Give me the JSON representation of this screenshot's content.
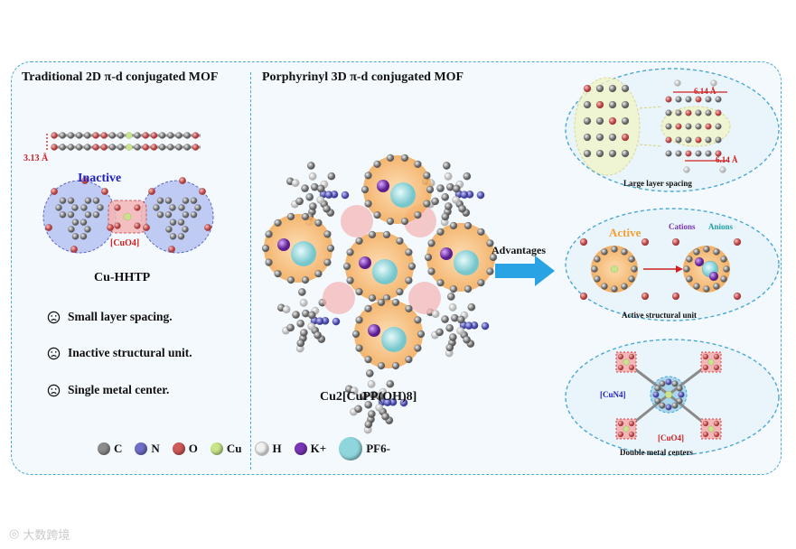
{
  "left_panel": {
    "title": "Traditional 2D π-d conjugated MOF",
    "spacing_label": "3.13 Å",
    "inactive_label": "Inactive",
    "cuo4_label": "[CuO4]",
    "compound": "Cu-HHTP",
    "bullets": [
      "Small layer spacing.",
      "Inactive structural unit.",
      "Single metal center."
    ]
  },
  "right_panel": {
    "title": "Porphyrinyl 3D π-d conjugated MOF",
    "compound": "Cu2[CuPP(OH)8]",
    "advantages": "Advantages",
    "spacing_top": "6.14 Å",
    "spacing_bottom": "6.14 Å",
    "callouts": [
      "Large layer spacing",
      "Active structural unit",
      "Double metal centers"
    ],
    "active_label": "Active",
    "cations_label": "Cations",
    "anions_label": "Anions",
    "cun4_label": "[CuN4]",
    "cuo4_label": "[CuO4]"
  },
  "legend": [
    {
      "symbol": "C",
      "color": "#8c8c8c"
    },
    {
      "symbol": "N",
      "color": "#6f6fc9"
    },
    {
      "symbol": "O",
      "color": "#d05a5a"
    },
    {
      "symbol": "Cu",
      "color": "#c9e58a"
    },
    {
      "symbol": "H",
      "color": "#f2f2f2"
    },
    {
      "symbol": "K+",
      "color": "#7a35b8"
    },
    {
      "symbol": "PF6-",
      "color": "#8fd6dc"
    }
  ],
  "watermark": "大数跨境",
  "colors": {
    "frame": "#4aa8d6",
    "arrow": "#29a3e3",
    "inactive": "#2020c0",
    "active": "#f0a030"
  }
}
